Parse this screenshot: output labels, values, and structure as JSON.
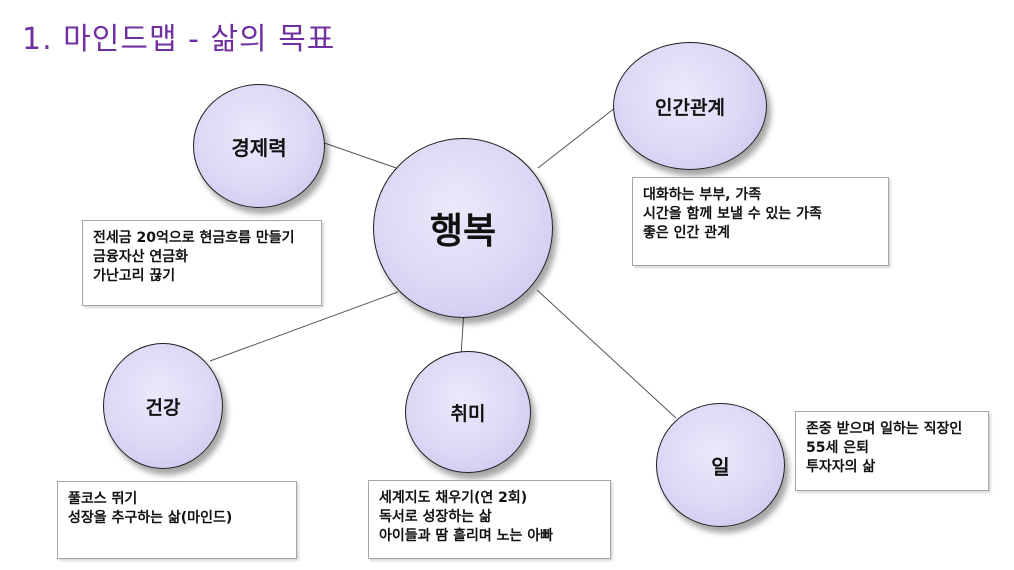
{
  "title": "1. 마인드맵 - 삶의 목표",
  "center": {
    "label": "행복"
  },
  "nodes": {
    "economy": {
      "label": "경제력",
      "details": [
        "전세금 20억으로 현금흐름 만들기",
        "금융자산 연금화",
        "가난고리 끊기"
      ]
    },
    "relations": {
      "label": "인간관계",
      "details": [
        "대화하는 부부, 가족",
        "시간을 함께 보낼 수 있는 가족",
        "좋은 인간 관계"
      ]
    },
    "health": {
      "label": "건강",
      "details": [
        "풀코스 뛰기",
        "성장을 추구하는 삶(마인드)"
      ]
    },
    "hobby": {
      "label": "취미",
      "details": [
        "세계지도 채우기(연 2회)",
        "독서로 성장하는 삶",
        "아이들과 땀 흘리며 노는 아빠"
      ]
    },
    "work": {
      "label": "일",
      "details": [
        "존중 받으며 일하는 직장인",
        "55세 은퇴",
        "투자자의 삶"
      ]
    }
  },
  "colors": {
    "title": "#7030a0",
    "node_fill": "#ddd7f5",
    "node_border": "#1f1f1f",
    "connector": "#555555"
  }
}
